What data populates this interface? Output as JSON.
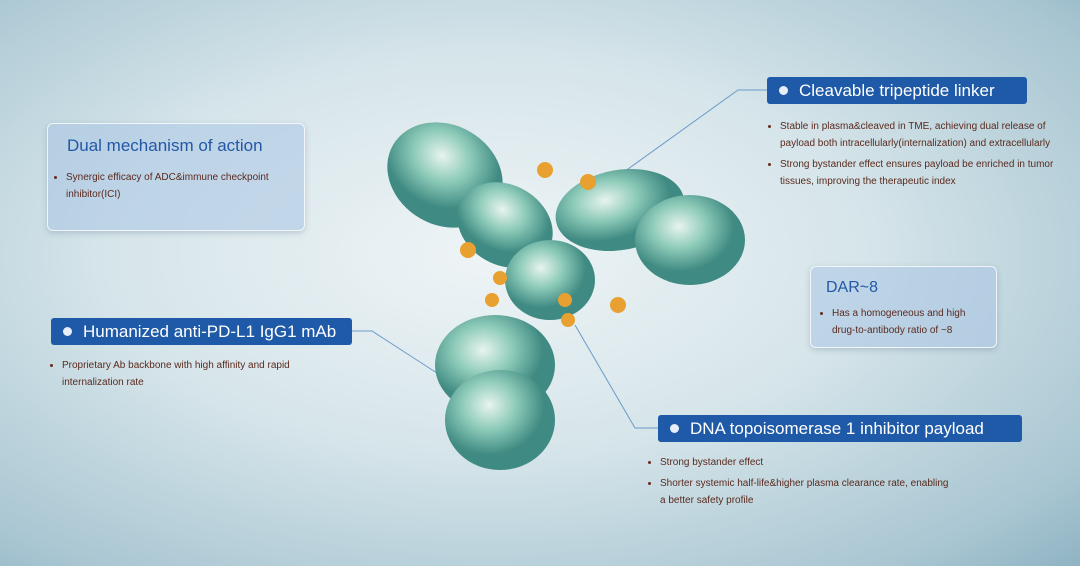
{
  "dual": {
    "title": "Dual mechanism of action",
    "bullets": [
      "Synergic efficacy of ADC&immune checkpoint inhibitor(ICI)"
    ]
  },
  "mab": {
    "title": "Humanized anti-PD-L1 IgG1 mAb",
    "bullets": [
      "Proprietary Ab backbone with high affinity and rapid internalization rate"
    ]
  },
  "linker": {
    "title": "Cleavable tripeptide linker",
    "bullets": [
      "Stable in plasma&cleaved in TME, achieving dual release of payload both intracellularly(internalization) and extracellularly",
      "Strong bystander effect ensures payload be enriched in tumor tissues, improving the therapeutic index"
    ]
  },
  "dar": {
    "title": "DAR~8",
    "bullets": [
      "Has a homogeneous and high drug-to-antibody ratio of ~8"
    ]
  },
  "payload": {
    "title": "DNA topoisomerase 1 inhibitor payload",
    "bullets": [
      "Strong bystander effect",
      "Shorter systemic half-life&higher plasma clearance rate, enabling a better safety profile"
    ]
  },
  "colors": {
    "label_bg": "#1f5aa8",
    "title_blue": "#2358a6",
    "bullet_text": "#5a2a1e",
    "antibody": "#6fb8a8",
    "payload": "#e8a030"
  }
}
